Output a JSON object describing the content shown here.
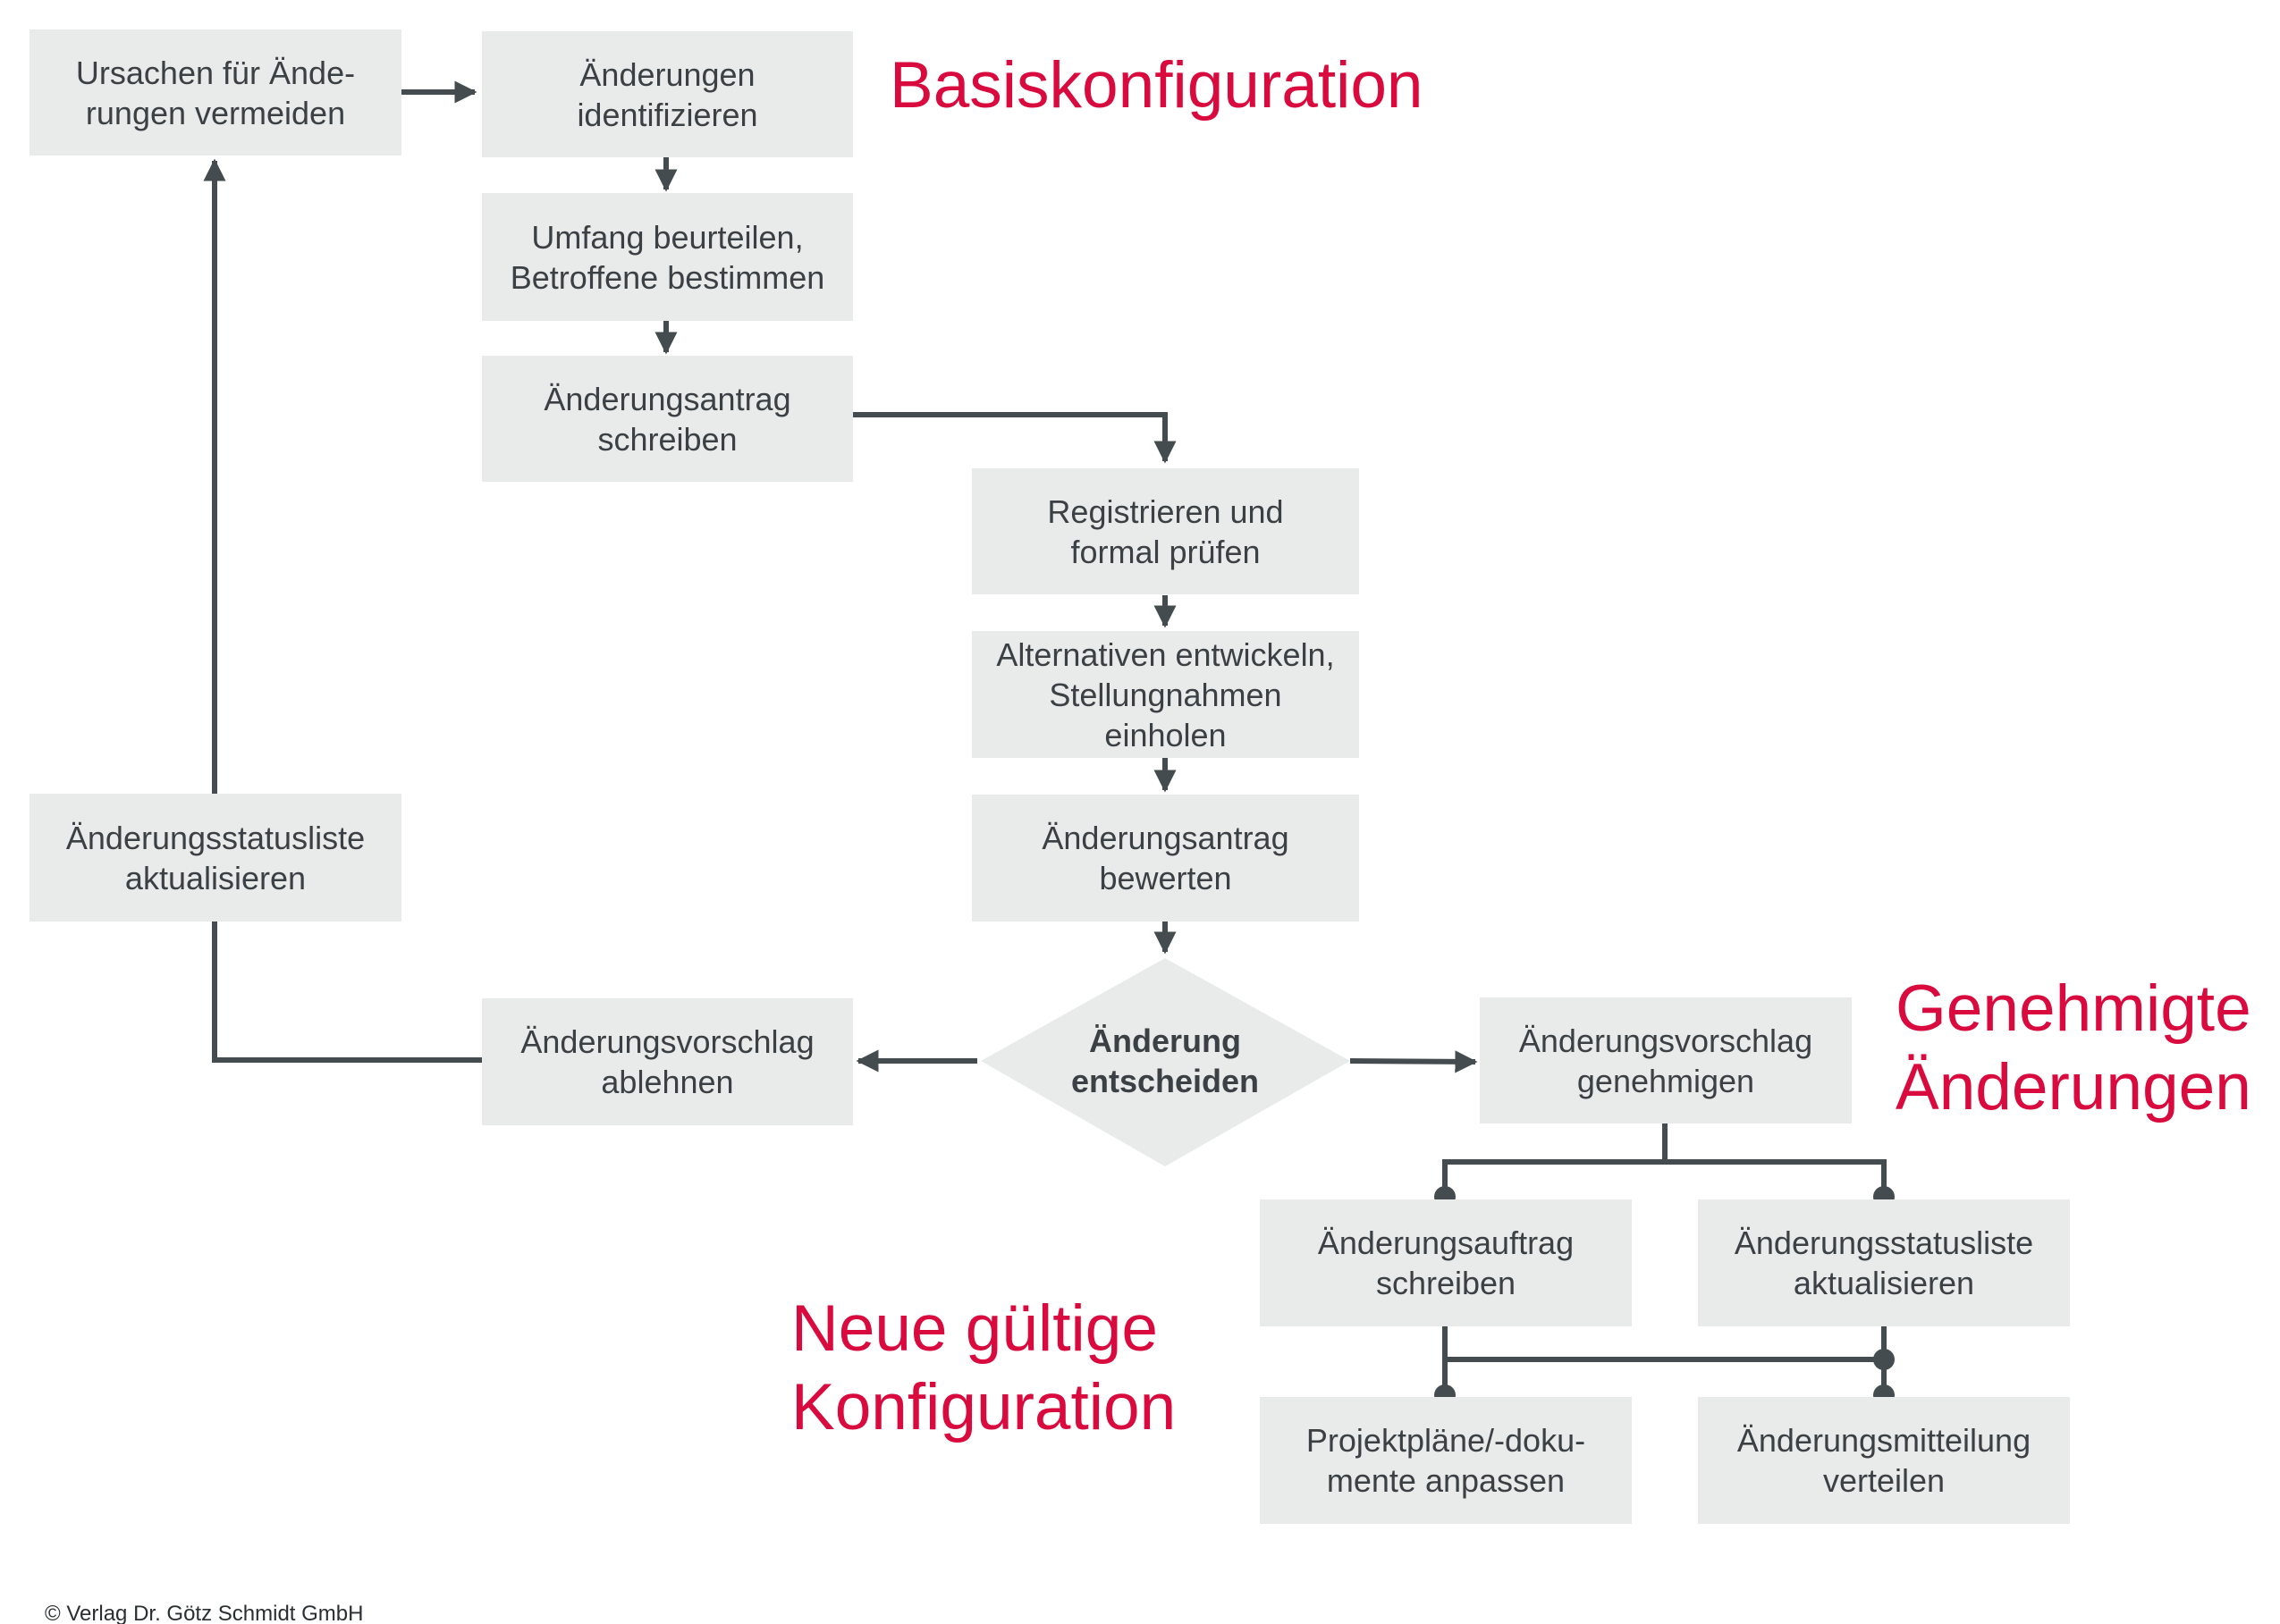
{
  "nodes": {
    "ursachen": "Ursachen für Ände-\nrungen vermeiden",
    "identifizieren": "Änderungen\nidentifizieren",
    "umfang": "Umfang beurteilen,\nBetroffene bestimmen",
    "antrag_schreiben": "Änderungsantrag\nschreiben",
    "registrieren": "Registrieren und\nformal prüfen",
    "alternativen": "Alternativen entwickeln,\nStellungnahmen\neinholen",
    "antrag_bewerten": "Änderungsantrag\nbewerten",
    "entscheiden": "Änderung\nentscheiden",
    "ablehnen": "Änderungsvorschlag\nablehnen",
    "statusliste_links": "Änderungsstatusliste\naktualisieren",
    "genehmigen": "Änderungsvorschlag\ngenehmigen",
    "auftrag_schreiben": "Änderungsauftrag\nschreiben",
    "statusliste_rechts": "Änderungsstatusliste\naktualisieren",
    "projektplaene": "Projektpläne/-doku-\nmente anpassen",
    "mitteilung": "Änderungsmitteilung\nverteilen"
  },
  "headings": {
    "basiskonfiguration": "Basiskonfiguration",
    "genehmigte": "Genehmigte\nÄnderungen",
    "neue_konfiguration": "Neue gültige\nKonfiguration"
  },
  "footer": "© Verlag Dr. Götz Schmidt GmbH",
  "colors": {
    "box_fill": "#e9ebeb",
    "text": "#3a4043",
    "connector": "#454c4f",
    "heading": "#d90a3d"
  }
}
